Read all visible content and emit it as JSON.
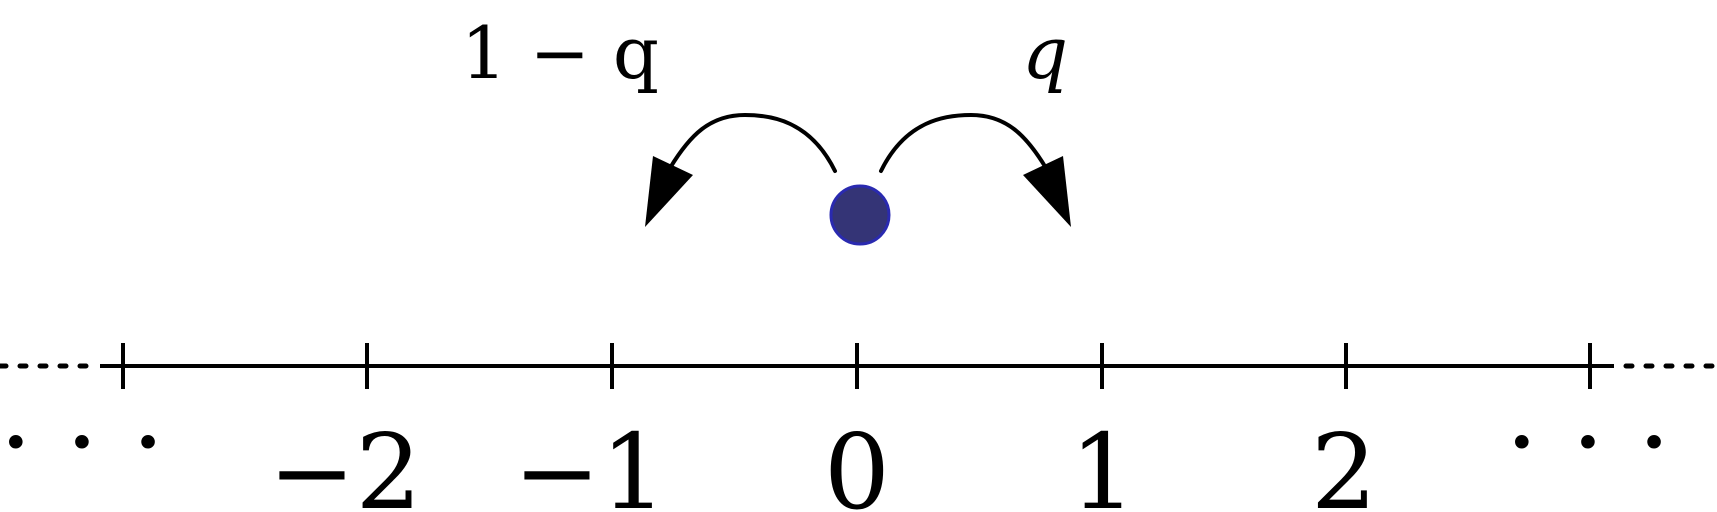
{
  "diagram": {
    "left_prob": "1 − q",
    "right_prob": "q",
    "ticks": [
      {
        "label": "−2"
      },
      {
        "label": "−1"
      },
      {
        "label": "0"
      },
      {
        "label": "1"
      },
      {
        "label": "2"
      }
    ],
    "left_ellipsis": "· · ·",
    "right_ellipsis": "· · ·",
    "particle_color": "#343476",
    "particle_stroke": "#2a2ab0",
    "line_color": "#000000"
  }
}
